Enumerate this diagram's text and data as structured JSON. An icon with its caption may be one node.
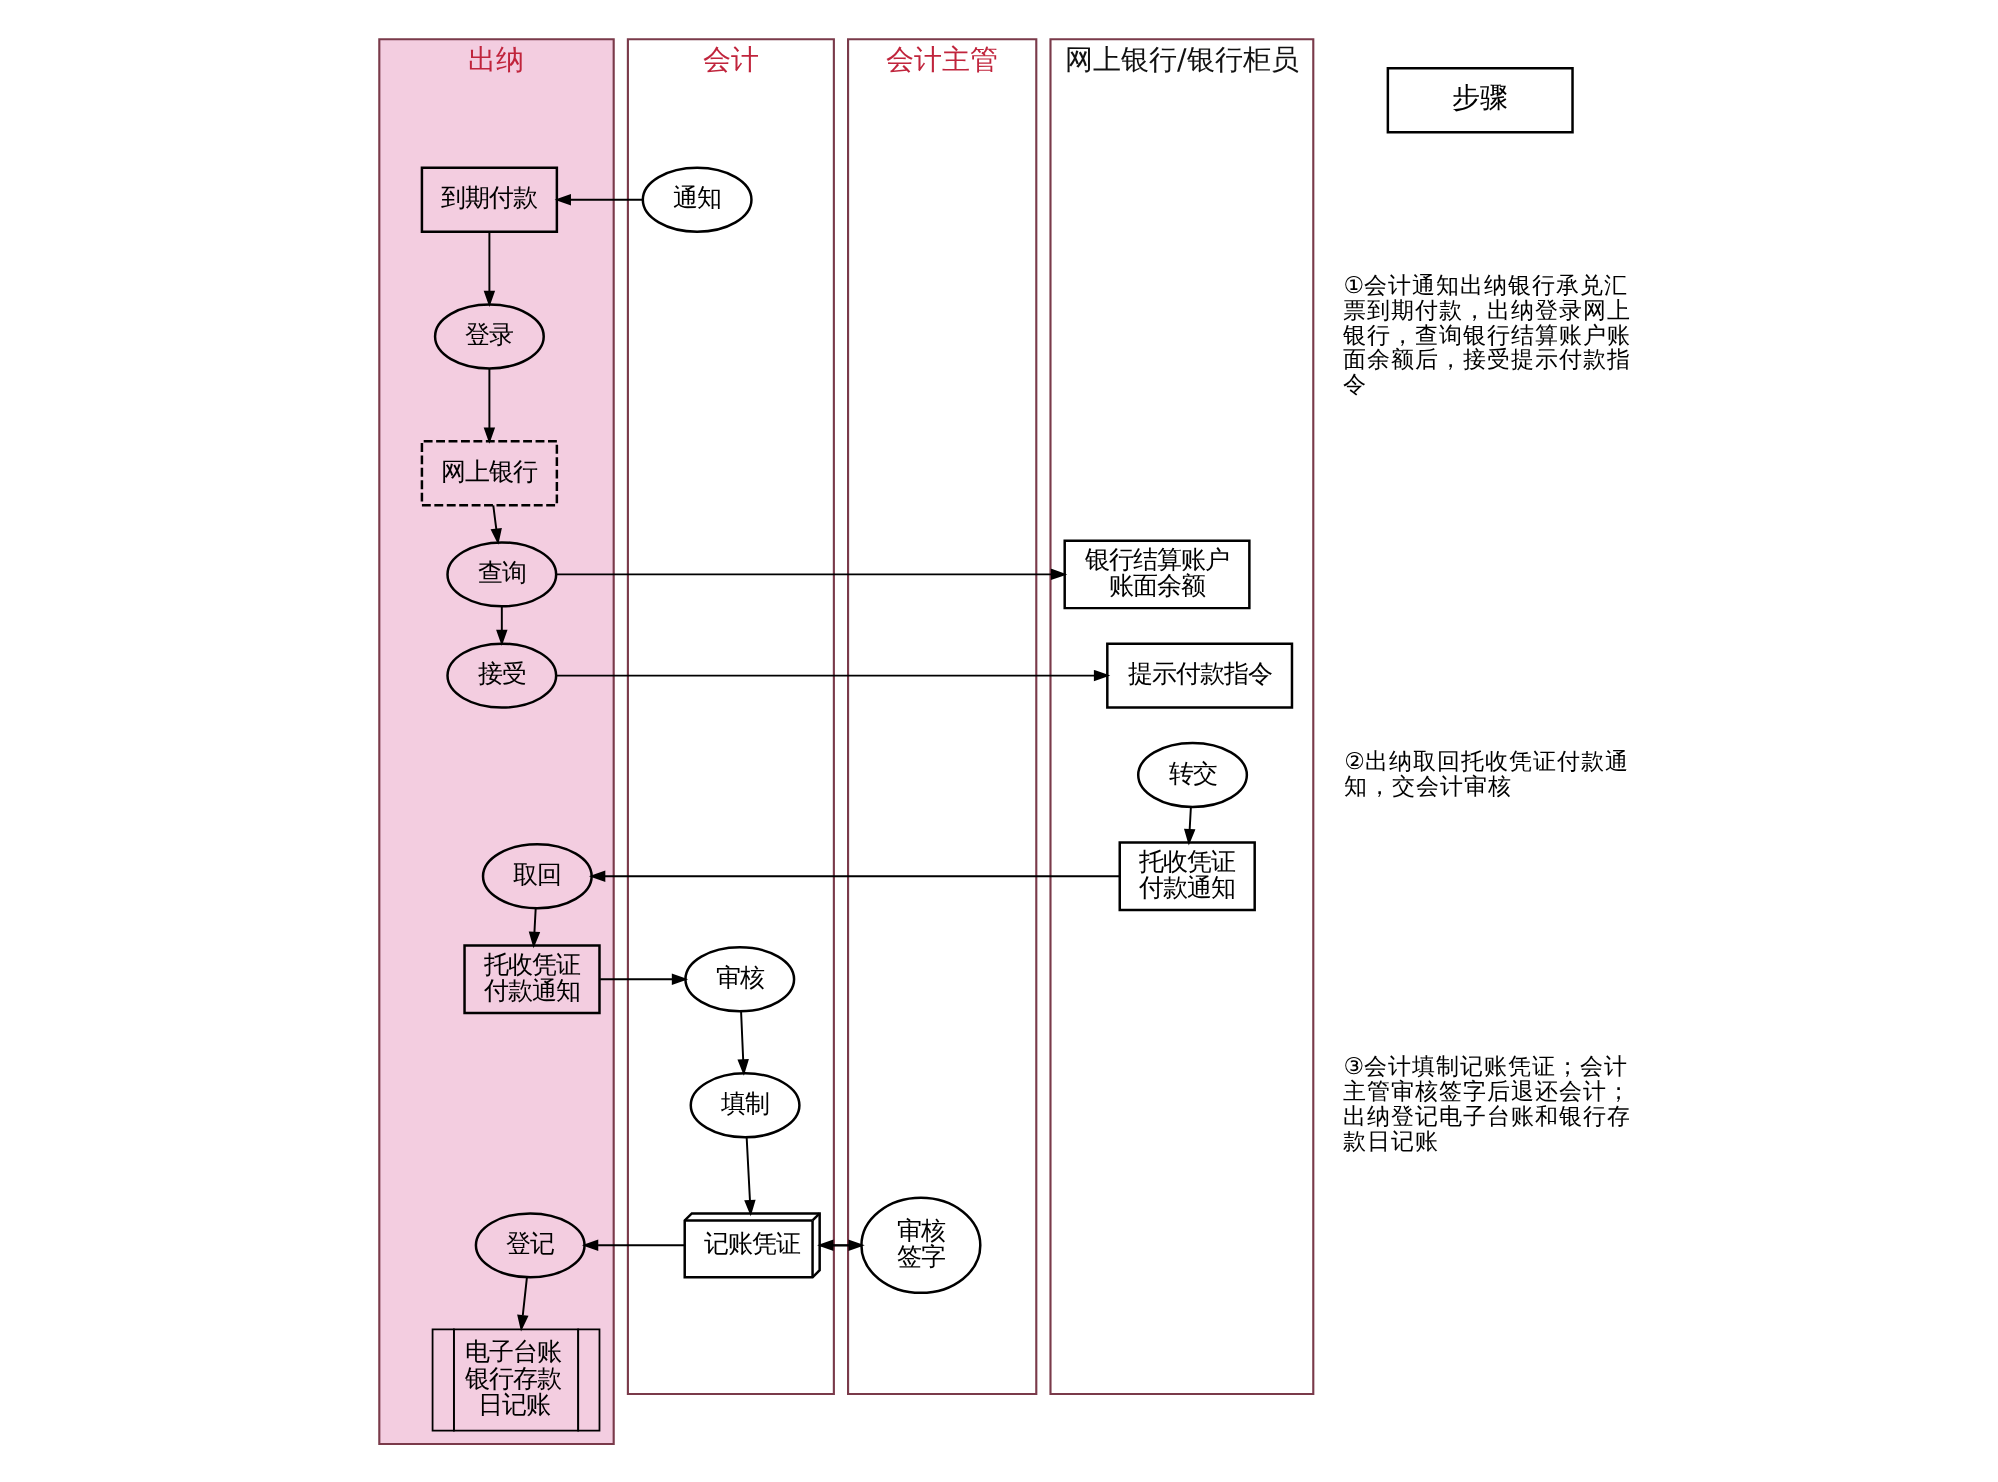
{
  "diagram": {
    "nodes": [
      {
        "text": [
          "出纳"
        ]
      },
      {
        "text": [
          "会计"
        ]
      },
      {
        "text": [
          "会计主管"
        ]
      },
      {
        "text": [
          "网上银行/银行柜员"
        ]
      },
      {
        "text": [
          "步骤"
        ]
      },
      {
        "text": [
          "到期付款"
        ],
        "in": 0
      },
      {
        "text": [
          "通知"
        ],
        "in": 1
      },
      {
        "text": [
          "登录"
        ],
        "in": 0
      },
      {
        "text": [
          "网上银行"
        ],
        "in": 0
      },
      {
        "text": [
          "查询"
        ],
        "in": 0
      },
      {
        "text": [
          "银行结算账户账面余额"
        ],
        "in": 3
      },
      {
        "text": [
          "接受"
        ],
        "in": 0
      },
      {
        "text": [
          "提示付款指令"
        ],
        "in": 3
      },
      {
        "text": [
          "转交"
        ],
        "in": 3
      },
      {
        "text": [
          "取回"
        ],
        "in": 0
      },
      {
        "text": [
          "托收凭证付款通知"
        ],
        "in": 3
      },
      {
        "text": [
          "托收凭证付款通知"
        ],
        "in": 0
      },
      {
        "text": [
          "审核"
        ],
        "in": 1
      },
      {
        "text": [
          "填制"
        ],
        "in": 1
      },
      {
        "text": [
          "登记"
        ],
        "in": 0
      },
      {
        "text": [
          "记账凭证"
        ],
        "in": 1
      },
      {
        "text": [
          "审核签字"
        ],
        "in": 2
      },
      {
        "text": [
          "电子台账银行存款日记账"
        ],
        "in": 0
      }
    ],
    "edges": [
      {
        "from": 6,
        "to": 5,
        "arrow": "to"
      },
      {
        "from": 5,
        "to": 7,
        "arrow": "to"
      },
      {
        "from": 7,
        "to": 8,
        "arrow": "to"
      },
      {
        "from": 8,
        "to": 9,
        "arrow": "to"
      },
      {
        "from": 9,
        "to": 10,
        "arrow": "to"
      },
      {
        "from": 9,
        "to": 11,
        "arrow": "to"
      },
      {
        "from": 11,
        "to": 12,
        "arrow": "to"
      },
      {
        "from": 13,
        "to": 15,
        "arrow": "to"
      },
      {
        "from": 15,
        "to": 14,
        "arrow": "to"
      },
      {
        "from": 14,
        "to": 16,
        "arrow": "to"
      },
      {
        "from": 16,
        "to": 17,
        "arrow": "to"
      },
      {
        "from": 17,
        "to": 18,
        "arrow": "to"
      },
      {
        "from": 18,
        "to": 20,
        "arrow": "to"
      },
      {
        "from": 20,
        "to": 21,
        "arrow": "to"
      },
      {
        "from": 21,
        "to": 20,
        "arrow": "to"
      },
      {
        "from": 20,
        "to": 19,
        "arrow": "to"
      },
      {
        "from": 19,
        "to": 22,
        "arrow": "to"
      }
    ],
    "labels": [
      "①会计通知出纳银行承兑汇票到期付款，出纳登录网上银行，查询银行结算账户账面余额后，接受提示付款指令",
      "②出纳取回托收凭证付款通知，交会计审核",
      "③会计填制记账凭证；会计主管审核签字后退还会计；出纳登记电子台账和银行存款日记账"
    ]
  }
}
